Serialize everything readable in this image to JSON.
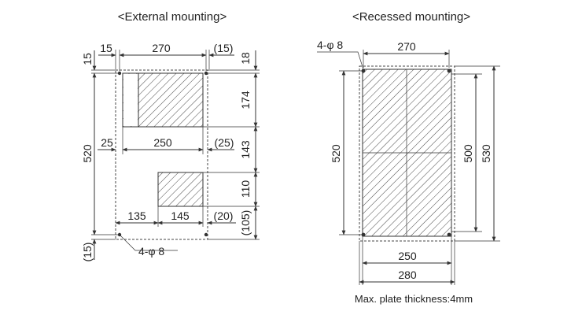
{
  "external": {
    "title": "<External mounting>",
    "dims": {
      "top_left": "15",
      "top_width": "270",
      "top_right": "(15)",
      "top_right_v": "18",
      "left_v": "15",
      "h174": "174",
      "mid_left": "25",
      "mid_width": "250",
      "mid_right": "(25)",
      "h143": "143",
      "h110": "110",
      "bot_left": "135",
      "bot_width": "145",
      "bot_right": "(20)",
      "h105": "(105)",
      "total_h": "520",
      "bottom_v": "(15)"
    },
    "holes_label": "4-φ 8"
  },
  "recessed": {
    "title": "<Recessed mounting>",
    "holes_label": "4-φ 8",
    "dims": {
      "top_width": "270",
      "left_h": "520",
      "inner_h": "500",
      "outer_h": "530",
      "w250": "250",
      "w280": "280"
    },
    "note": "Max. plate thickness:4mm"
  }
}
